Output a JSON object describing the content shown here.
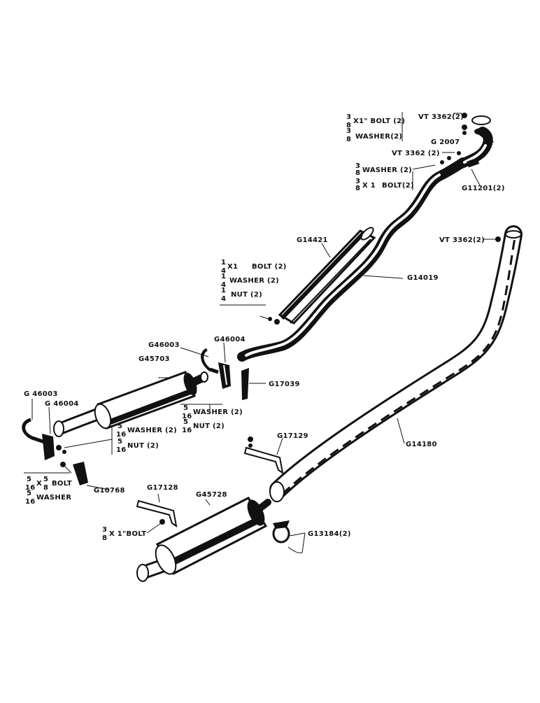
{
  "colors": {
    "ink": "#111111",
    "paper": "#ffffff"
  },
  "parts": {
    "vt3362_top": "VT 3362(2)",
    "vt3362_mid": "VT 3362 (2)",
    "vt3362_right": "VT 3362(2)",
    "g2007": "G 2007",
    "g11201": "G11201(2)",
    "bolt_3_8_x1": "X1\" BOLT (2)",
    "washer_3_8_top": "WASHER(2)",
    "washer_3_8_mid": "WASHER (2)",
    "bolt_3_8_x1_1_2": "BOLT(2)",
    "g14421": "G14421",
    "g14019": "G14019",
    "bolt_1_4": "BOLT (2)",
    "washer_1_4": "WASHER (2)",
    "nut_1_4": "NUT (2)",
    "g46003_upper": "G46003",
    "g46004_upper": "G46004",
    "g45703": "G45703",
    "g17039": "G17039",
    "washer_5_16_upper": "WASHER (2)",
    "nut_5_16_upper": "NUT (2)",
    "g46003_lower": "G 46003",
    "g46004_lower": "G 46004",
    "washer_5_16_lower": "WASHER (2)",
    "nut_5_16_lower": "NUT (2)",
    "bolt_5_16": "BOLT",
    "washer_5_16_bottom": "WASHER",
    "g10768": "G10768",
    "g17129": "G17129",
    "g14180": "G14180",
    "g17128": "G17128",
    "g45728": "G45728",
    "bolt_3_8_x1_bottom": "X 1\"BOLT",
    "g13184": "G13184(2)"
  },
  "fractions": {
    "three_eighths_num": "3",
    "three_eighths_den": "8",
    "one_quarter_num": "1",
    "one_quarter_den": "4",
    "five_sixteenths_num": "5",
    "five_sixteenths_den": "16",
    "x1_1_4": "X1",
    "x_1_2": "X 1",
    "x": "X"
  }
}
